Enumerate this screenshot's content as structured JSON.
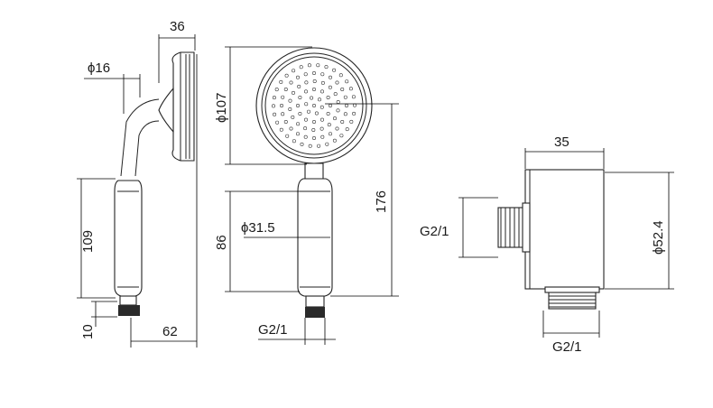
{
  "dimensions": {
    "handshower_side": {
      "flange_depth": "36",
      "neck_diameter": "ϕ16",
      "handle_length": "109",
      "nut_height": "10",
      "total_depth": "62"
    },
    "handshower_front": {
      "head_diameter": "ϕ107",
      "handle_diameter": "ϕ31.5",
      "handle_length": "86",
      "total_length": "176",
      "thread": "G2/1"
    },
    "wall_outlet": {
      "width": "35",
      "diameter": "ϕ52.4",
      "inlet_thread": "G2/1",
      "outlet_thread": "G2/1"
    }
  }
}
